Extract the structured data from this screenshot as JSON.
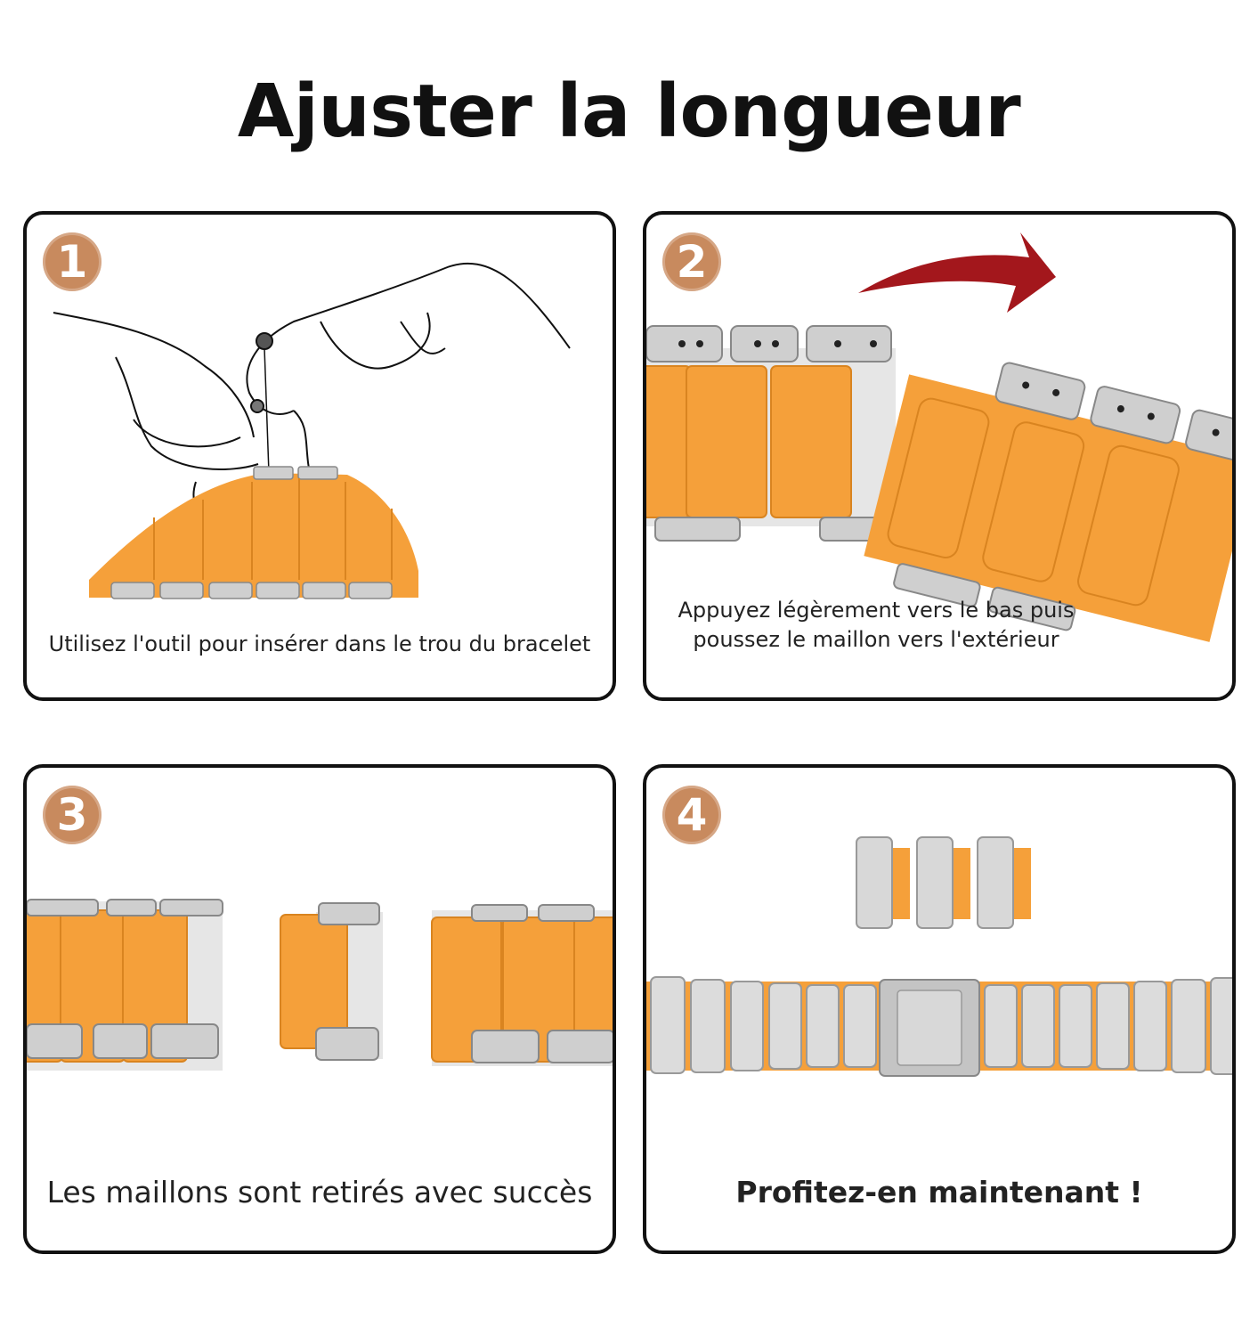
{
  "title": "Ajuster la longueur",
  "colors": {
    "badge": "#c88a5e",
    "orange": "#f5a03a",
    "silver": "#c9c9c9",
    "arrow": "#a3171c"
  },
  "steps": [
    {
      "number": "1",
      "caption": "Utilisez l'outil pour insérer dans le trou du bracelet"
    },
    {
      "number": "2",
      "caption_line1": "Appuyez légèrement vers le bas puis",
      "caption_line2": "poussez le maillon vers l'extérieur"
    },
    {
      "number": "3",
      "caption": "Les maillons sont retirés avec succès"
    },
    {
      "number": "4",
      "caption": "Profitez-en maintenant !"
    }
  ]
}
